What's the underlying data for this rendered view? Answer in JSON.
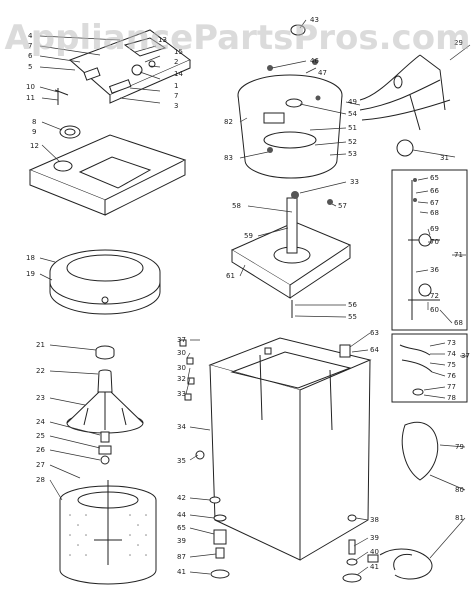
{
  "watermark": "AppliancePartsPros.com",
  "callouts": [
    {
      "id": "c4",
      "text": "4"
    },
    {
      "id": "c7a",
      "text": "7"
    },
    {
      "id": "c6",
      "text": "6"
    },
    {
      "id": "c5",
      "text": "5"
    },
    {
      "id": "c10",
      "text": "10"
    },
    {
      "id": "c11",
      "text": "11"
    },
    {
      "id": "c8",
      "text": "8"
    },
    {
      "id": "c9",
      "text": "9"
    },
    {
      "id": "c12",
      "text": "12"
    },
    {
      "id": "c13",
      "text": "13"
    },
    {
      "id": "c15",
      "text": "15"
    },
    {
      "id": "c2",
      "text": "2"
    },
    {
      "id": "c14",
      "text": "14"
    },
    {
      "id": "c1",
      "text": "1"
    },
    {
      "id": "c7b",
      "text": "7"
    },
    {
      "id": "c3",
      "text": "3"
    },
    {
      "id": "c18",
      "text": "18"
    },
    {
      "id": "c19",
      "text": "19"
    },
    {
      "id": "c43",
      "text": "43"
    },
    {
      "id": "c46",
      "text": "46"
    },
    {
      "id": "c47",
      "text": "47"
    },
    {
      "id": "c49",
      "text": "49"
    },
    {
      "id": "c82",
      "text": "82"
    },
    {
      "id": "c54",
      "text": "54"
    },
    {
      "id": "c51",
      "text": "51"
    },
    {
      "id": "c52",
      "text": "52"
    },
    {
      "id": "c83",
      "text": "83"
    },
    {
      "id": "c53",
      "text": "53"
    },
    {
      "id": "c29",
      "text": "29"
    },
    {
      "id": "c31",
      "text": "31"
    },
    {
      "id": "c33",
      "text": "33"
    },
    {
      "id": "c58",
      "text": "58"
    },
    {
      "id": "c57",
      "text": "57"
    },
    {
      "id": "c59",
      "text": "59"
    },
    {
      "id": "c61",
      "text": "61"
    },
    {
      "id": "c56",
      "text": "56"
    },
    {
      "id": "c55",
      "text": "55"
    },
    {
      "id": "c65",
      "text": "65"
    },
    {
      "id": "c66a",
      "text": "66"
    },
    {
      "id": "c67",
      "text": "67"
    },
    {
      "id": "c68a",
      "text": "68"
    },
    {
      "id": "c69",
      "text": "69"
    },
    {
      "id": "c70",
      "text": "70"
    },
    {
      "id": "c71",
      "text": "71"
    },
    {
      "id": "c36",
      "text": "36"
    },
    {
      "id": "c72",
      "text": "72"
    },
    {
      "id": "c60",
      "text": "60"
    },
    {
      "id": "c68b",
      "text": "68"
    },
    {
      "id": "c73",
      "text": "73"
    },
    {
      "id": "c74",
      "text": "74"
    },
    {
      "id": "c75",
      "text": "75"
    },
    {
      "id": "c76",
      "text": "76"
    },
    {
      "id": "c77",
      "text": "77"
    },
    {
      "id": "c78",
      "text": "78"
    },
    {
      "id": "c37b",
      "text": "37"
    },
    {
      "id": "c21",
      "text": "21"
    },
    {
      "id": "c22",
      "text": "22"
    },
    {
      "id": "c23",
      "text": "23"
    },
    {
      "id": "c24",
      "text": "24"
    },
    {
      "id": "c25",
      "text": "25"
    },
    {
      "id": "c26",
      "text": "26"
    },
    {
      "id": "c27",
      "text": "27"
    },
    {
      "id": "c28",
      "text": "28"
    },
    {
      "id": "c37a",
      "text": "37"
    },
    {
      "id": "c30a",
      "text": "30"
    },
    {
      "id": "c30b",
      "text": "30"
    },
    {
      "id": "c32",
      "text": "32"
    },
    {
      "id": "c33b",
      "text": "33"
    },
    {
      "id": "c34",
      "text": "34"
    },
    {
      "id": "c35",
      "text": "35"
    },
    {
      "id": "c63",
      "text": "63"
    },
    {
      "id": "c64",
      "text": "64"
    },
    {
      "id": "c42",
      "text": "42"
    },
    {
      "id": "c44",
      "text": "44"
    },
    {
      "id": "c65b",
      "text": "65"
    },
    {
      "id": "c39",
      "text": "39"
    },
    {
      "id": "c87",
      "text": "87"
    },
    {
      "id": "c41a",
      "text": "41"
    },
    {
      "id": "c38",
      "text": "38"
    },
    {
      "id": "c39b",
      "text": "39"
    },
    {
      "id": "c40",
      "text": "40"
    },
    {
      "id": "c41b",
      "text": "41"
    },
    {
      "id": "c79",
      "text": "79"
    },
    {
      "id": "c80",
      "text": "80"
    },
    {
      "id": "c81",
      "text": "81"
    }
  ]
}
